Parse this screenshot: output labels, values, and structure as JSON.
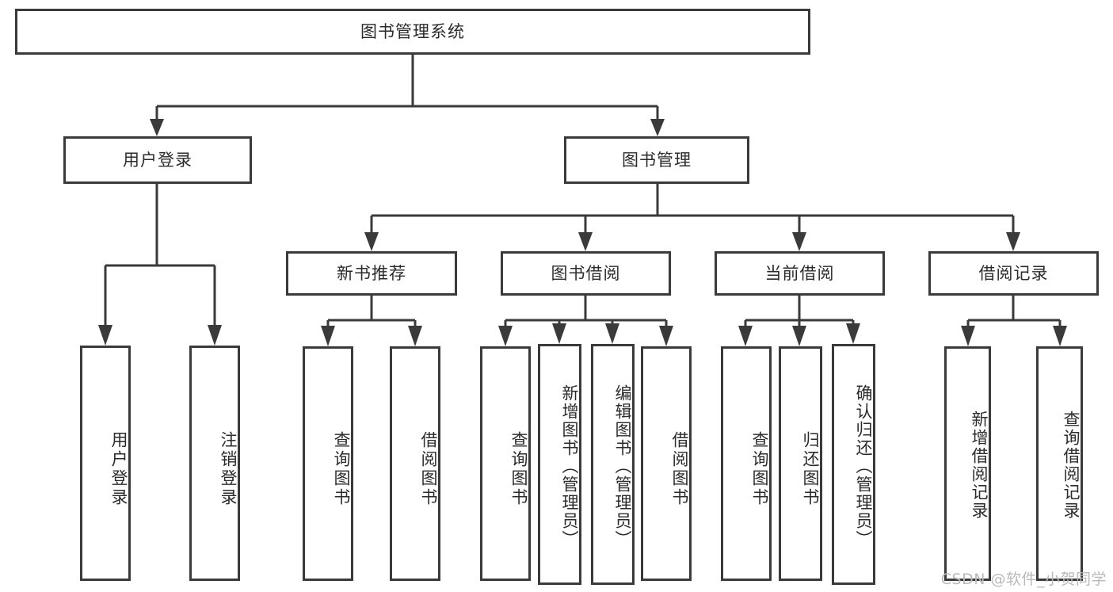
{
  "diagram": {
    "title": "图书管理系统",
    "type": "tree-hierarchy-diagram",
    "watermark": "CSDN @软件_小贺同学",
    "colors": {
      "stroke": "#3a3a3a",
      "node_fill": "#ffffff",
      "text": "#2b2b2b",
      "background": "#ffffff",
      "watermark": "#b9b9b9"
    }
  },
  "nodes": {
    "root": {
      "label": "图书管理系统"
    },
    "level1": [
      {
        "label": "用户登录"
      },
      {
        "label": "图书管理"
      }
    ],
    "level2": [
      {
        "label": "新书推荐"
      },
      {
        "label": "图书借阅"
      },
      {
        "label": "当前借阅"
      },
      {
        "label": "借阅记录"
      }
    ],
    "leaves": {
      "user_login": [
        {
          "label": "用户登录"
        },
        {
          "label": "注销登录"
        }
      ],
      "new_book_recommend": [
        {
          "label": "查询图书"
        },
        {
          "label": "借阅图书"
        }
      ],
      "book_borrow": [
        {
          "label": "查询图书"
        },
        {
          "label": "新增图书（管理员）"
        },
        {
          "label": "编辑图书（管理员）"
        },
        {
          "label": "借阅图书"
        }
      ],
      "current_borrow": [
        {
          "label": "查询图书"
        },
        {
          "label": "归还图书"
        },
        {
          "label": "确认归还（管理员）"
        }
      ],
      "borrow_records": [
        {
          "label": "新增借阅记录"
        },
        {
          "label": "查询借阅记录"
        }
      ]
    }
  }
}
